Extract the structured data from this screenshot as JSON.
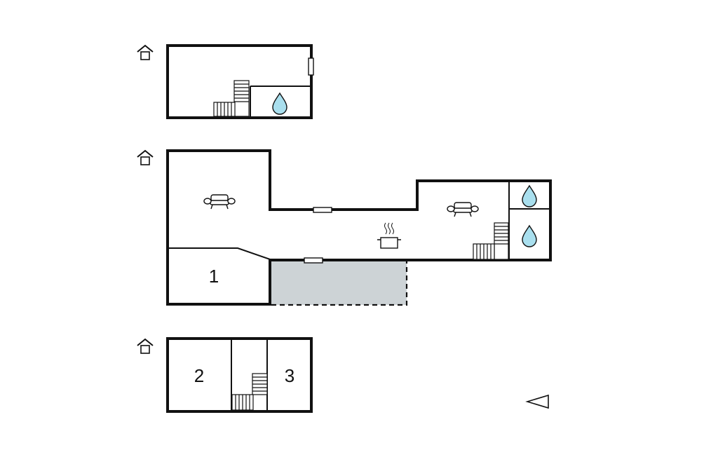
{
  "floorplan": {
    "colors": {
      "wall": "#111111",
      "water": "#a9dfee",
      "terrace": "#cdd3d6",
      "background": "#ffffff"
    },
    "floors": [
      {
        "level": "upper",
        "icon": "house-level-upper-icon"
      },
      {
        "level": "ground",
        "icon": "house-level-ground-icon"
      },
      {
        "level": "lower",
        "icon": "house-level-lower-icon"
      }
    ],
    "rooms": [
      {
        "label": "1"
      },
      {
        "label": "2"
      },
      {
        "label": "3"
      }
    ],
    "icons": [
      "sofa-icon",
      "kitchen-pot-icon",
      "water-drop-icon",
      "stairs-icon",
      "window-icon",
      "direction-arrow-icon"
    ]
  }
}
